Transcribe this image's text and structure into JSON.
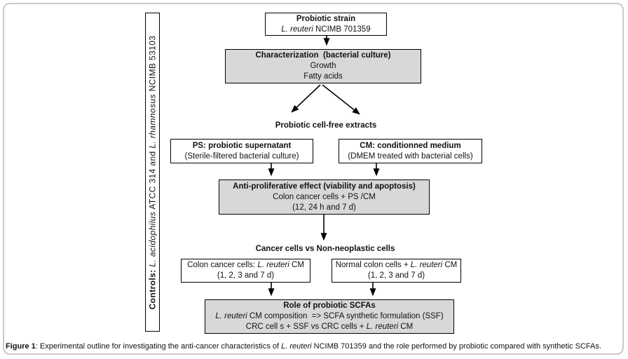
{
  "figure": {
    "caption": {
      "label": "Figure 1",
      "separator": ": ",
      "text_before_species": "Experimental outline for investigating the anti-cancer characteristics of ",
      "species": "L. reuteri",
      "text_after_species": " NCIMB 701359 and the role performed by probiotic compared with synthetic SCFAs."
    }
  },
  "controls_sidebar": {
    "prefix": "Controls: ",
    "species1": "L. acidophilus",
    "mid": " ATCC 314 and ",
    "species2": "L. rhamnosus",
    "suffix": " NCIMB 53103"
  },
  "flowchart": {
    "strain_box": {
      "title": "Probiotic strain",
      "species": "L. reuteri",
      "code": " NCIMB 701359"
    },
    "characterization_box": {
      "title": "Characterization  (bacterial culture)",
      "line2": "Growth",
      "line3": "Fatty acids"
    },
    "extracts_label": "Probiotic cell-free extracts",
    "ps_box": {
      "title": "PS: probiotic supernatant",
      "subtitle": "(Sterile-filtered bacterial culture)"
    },
    "cm_box": {
      "title": "CM: conditionned medium",
      "subtitle": "(DMEM treated with bacterial cells)"
    },
    "antiproliferative_box": {
      "title": "Anti-proliferative effect (viability and apoptosis)",
      "line2": "Colon cancer cells + PS /CM",
      "line3": "(12, 24 h and 7 d)"
    },
    "comparison_label": "Cancer cells vs Non-neoplastic cells",
    "cancer_cells_box": {
      "pre": "Colon cancer cells: ",
      "species": "L. reuteri",
      "post": " CM",
      "line2": "(1, 2, 3 and 7 d)"
    },
    "normal_cells_box": {
      "pre": "Normal colon cells + ",
      "species": "L. reuteri",
      "post": " CM",
      "line2": "(1, 2, 3 and 7 d)"
    },
    "scfa_box": {
      "title": "Role of probiotic SCFAs",
      "line2_species": "L. reuteri",
      "line2_rest": " CM composition  => SCFA synthetic formulation (SSF)",
      "line3_pre": "CRC cell s + SSF vs CRC cells + ",
      "line3_species": "L. reuteri",
      "line3_post": " CM"
    }
  },
  "colors": {
    "gray_box_fill": "#d8d8d8",
    "box_border": "#000000",
    "outer_border": "#c9c9c9"
  }
}
